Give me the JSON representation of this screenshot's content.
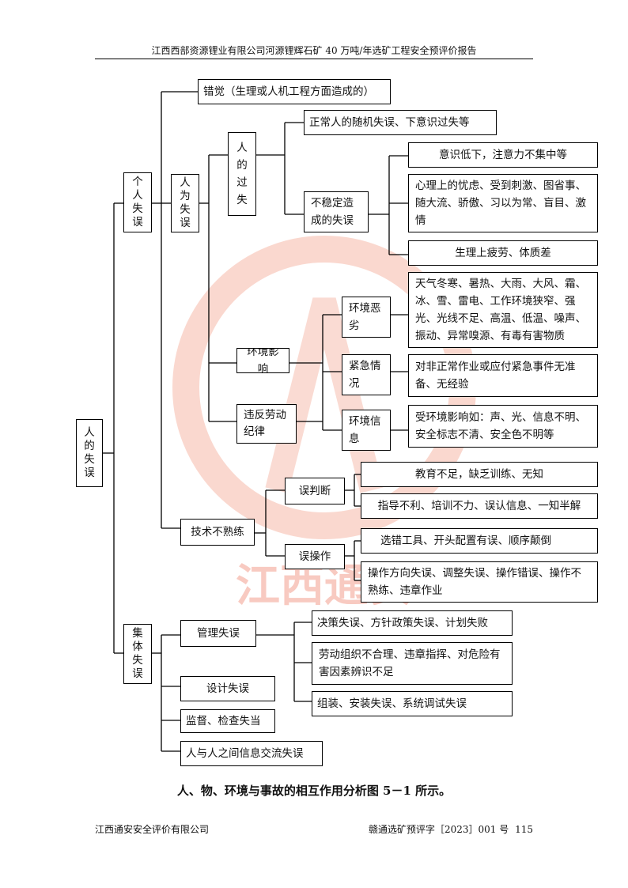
{
  "header": {
    "title": "江西西部资源锂业有限公司河源锂辉石矿 40 万吨/年选矿工程安全预评价报告"
  },
  "tree": {
    "root": "人的失误",
    "individual": "个人失误",
    "human_made": "人为失误",
    "illusion": "错觉（生理或人机工程方面造成的）",
    "human_fault": "人的过失",
    "random_error": "正常人的随机失误、下意识过失等",
    "unstable": "不稳定造成的失误",
    "low_awareness": "意识低下，注意力不集中等",
    "psychology": "心理上的忧虑、受到刺激、图省事、随大流、骄傲、习以为常、盲目、激情",
    "fatigue": "生理上疲劳、体质差",
    "env_influence": "环境影响",
    "violation": "违反劳动纪律",
    "env_harsh": "环境恶劣",
    "weather": "天气冬寒、暑热、大雨、大风、霜、冰、雪、雷电、工作环境狭窄、强光、光线不足、高温、低温、噪声、振动、异常嗅源、有毒有害物质",
    "emergency": "紧急情况",
    "emergency_desc": "对非正常作业或应付紧急事件无准备、无经验",
    "env_info": "环境信息",
    "env_info_desc": "受环境影响如：声、光、信息不明、安全标志不清、安全色不明等",
    "unskilled": "技术不熟练",
    "misjudge": "误判断",
    "edu": "教育不足，缺乏训练、无知",
    "guidance": "指导不利、培训不力、误认信息、一知半解",
    "misoperate": "误操作",
    "wrong_tool": "选错工具、开头配置有误、顺序颠倒",
    "op_direction": "操作方向失误、调整失误、操作错误、操作不熟练、违章作业",
    "collective": "集体失误",
    "mgmt": "管理失误",
    "decision": "决策失误、方针政策失误、计划失败",
    "labor_org": "劳动组织不合理、违章指挥、对危险有害因素辨识不足",
    "assembly": "组装、安装失误、系统调试失误",
    "design": "设计失误",
    "supervise": "监督、检查失当",
    "comm": "人与人之间信息交流失误"
  },
  "caption": "人、物、环境与事故的相互作用分析图 5－1 所示。",
  "footer": {
    "company": "江西通安安全评价有限公司",
    "doc_no": "赣通选矿预评字［2023］001 号",
    "page": "115"
  },
  "watermark": {
    "text": "江西通安",
    "color": "#f4a090"
  }
}
